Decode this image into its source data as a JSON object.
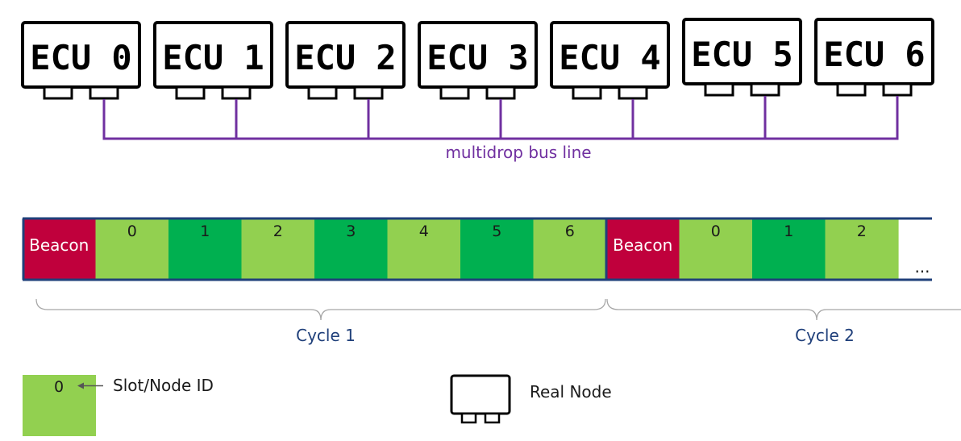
{
  "ecus": [
    {
      "label": "ECU 0"
    },
    {
      "label": "ECU 1"
    },
    {
      "label": "ECU 2"
    },
    {
      "label": "ECU 3"
    },
    {
      "label": "ECU 4"
    },
    {
      "label": "ECU 5"
    },
    {
      "label": "ECU 6"
    }
  ],
  "bus": {
    "label": "multidrop bus line",
    "color": "#7030a0"
  },
  "timeline": {
    "slots": [
      {
        "label": "Beacon",
        "kind": "beacon"
      },
      {
        "label": "0",
        "kind": "light"
      },
      {
        "label": "1",
        "kind": "dark"
      },
      {
        "label": "2",
        "kind": "light"
      },
      {
        "label": "3",
        "kind": "dark"
      },
      {
        "label": "4",
        "kind": "light"
      },
      {
        "label": "5",
        "kind": "dark"
      },
      {
        "label": "6",
        "kind": "light"
      },
      {
        "label": "Beacon",
        "kind": "beacon"
      },
      {
        "label": "0",
        "kind": "light"
      },
      {
        "label": "1",
        "kind": "dark"
      },
      {
        "label": "2",
        "kind": "light"
      }
    ],
    "ellipsis": "...",
    "colors": {
      "beacon": "#c0003c",
      "light": "#92d050",
      "dark": "#00b050",
      "border": "#1f3f7a"
    }
  },
  "cycles": [
    {
      "label": "Cycle 1"
    },
    {
      "label": "Cycle 2"
    }
  ],
  "legend": {
    "slot_value": "0",
    "slot_caption": "Slot/Node ID",
    "node_caption": "Real Node"
  }
}
